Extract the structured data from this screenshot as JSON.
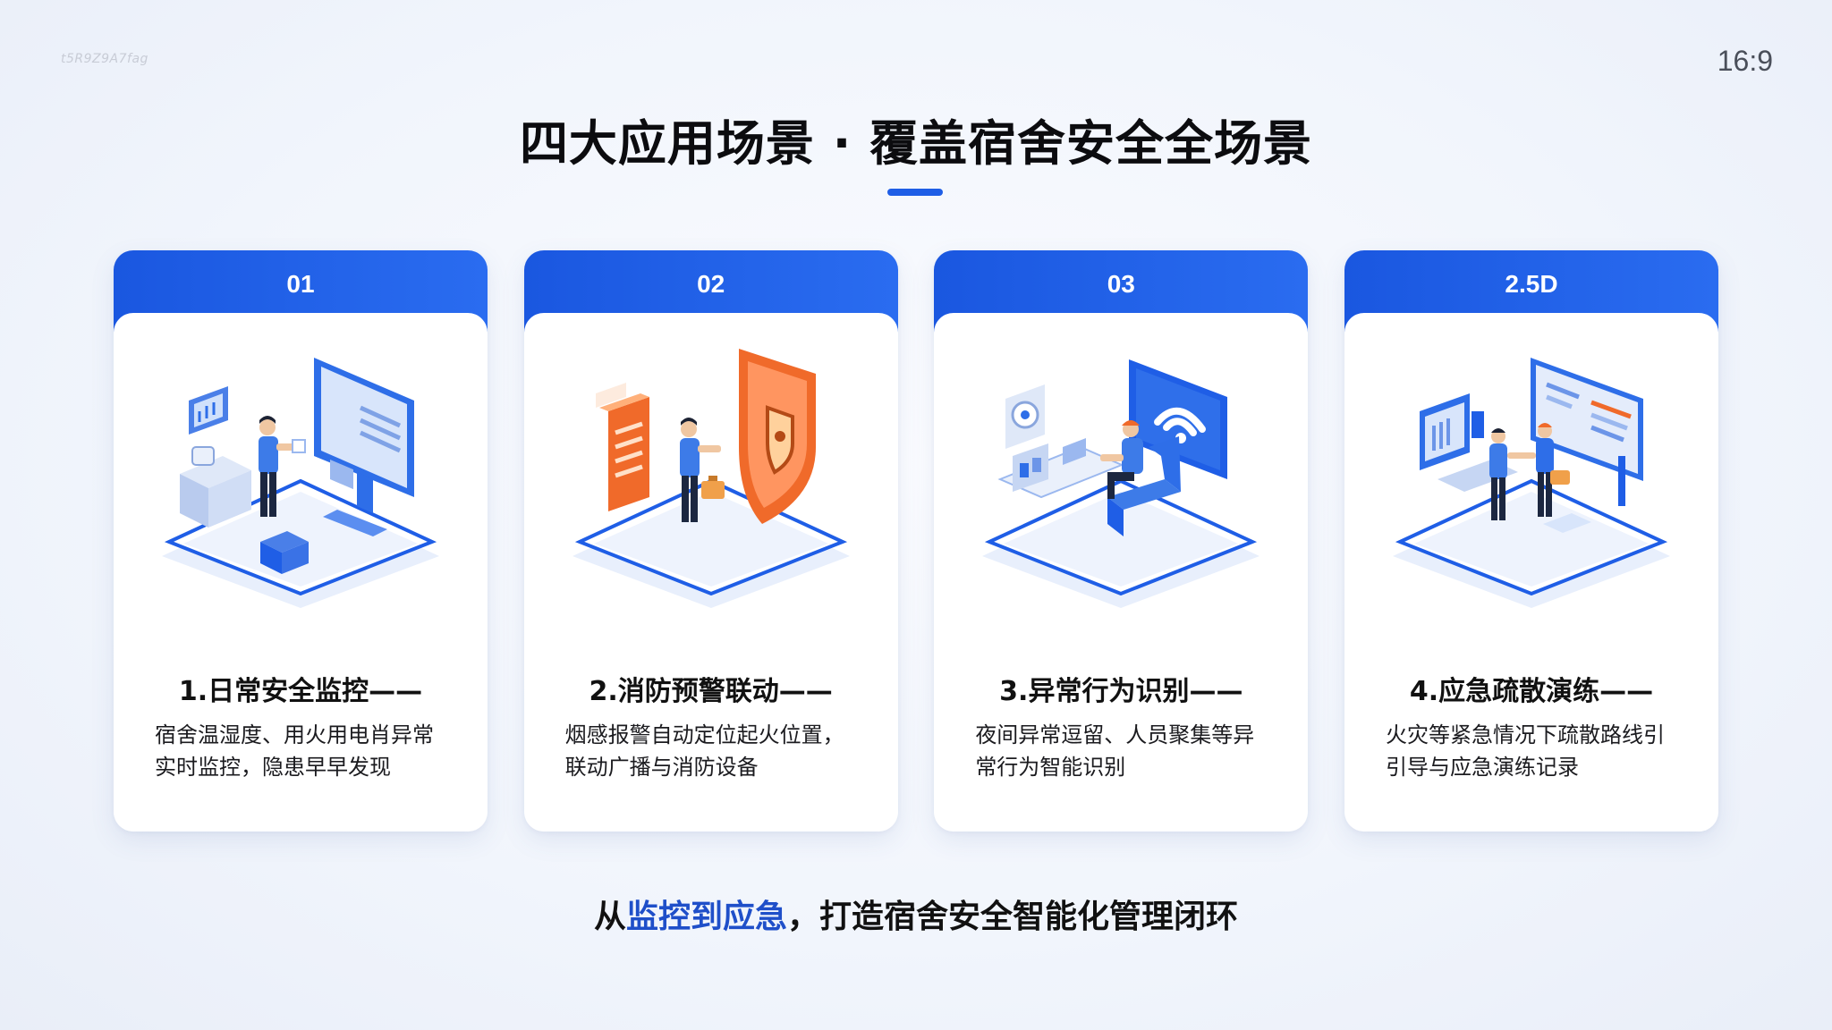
{
  "watermark": "t5R9Z9A7fag",
  "aspect_ratio": "16:9",
  "title": "四大应用场景 · 覆盖宿舍安全全场景",
  "colors": {
    "accent": "#1f5ee6",
    "card_header": "#2563eb",
    "orange": "#f26a2e",
    "highlight_text": "#1f4fc9"
  },
  "cards": [
    {
      "badge": "01",
      "title": "1.日常安全监控——",
      "desc": "宿舍温湿度、用火用电肖异常实时监控，隐患早早发现",
      "icon": "monitoring-workstation-icon"
    },
    {
      "badge": "02",
      "title": "2.消防预警联动——",
      "desc": "烟感报警自动定位起火位置，联动广播与消防设备",
      "icon": "fire-shield-icon"
    },
    {
      "badge": "03",
      "title": "3.异常行为识别——",
      "desc": "夜间异常逗留、人员聚集等异常行为智能识别",
      "icon": "wifi-operator-icon"
    },
    {
      "badge": "2.5D",
      "title": "4.应急疏散演练——",
      "desc": "火灾等紧急情况下疏散路线引引导与应急演练记录",
      "icon": "evacuation-dashboard-icon"
    }
  ],
  "footer": {
    "prefix": "从",
    "highlight": "监控到应急",
    "suffix": "，打造宿舍安全智能化管理闭环"
  }
}
